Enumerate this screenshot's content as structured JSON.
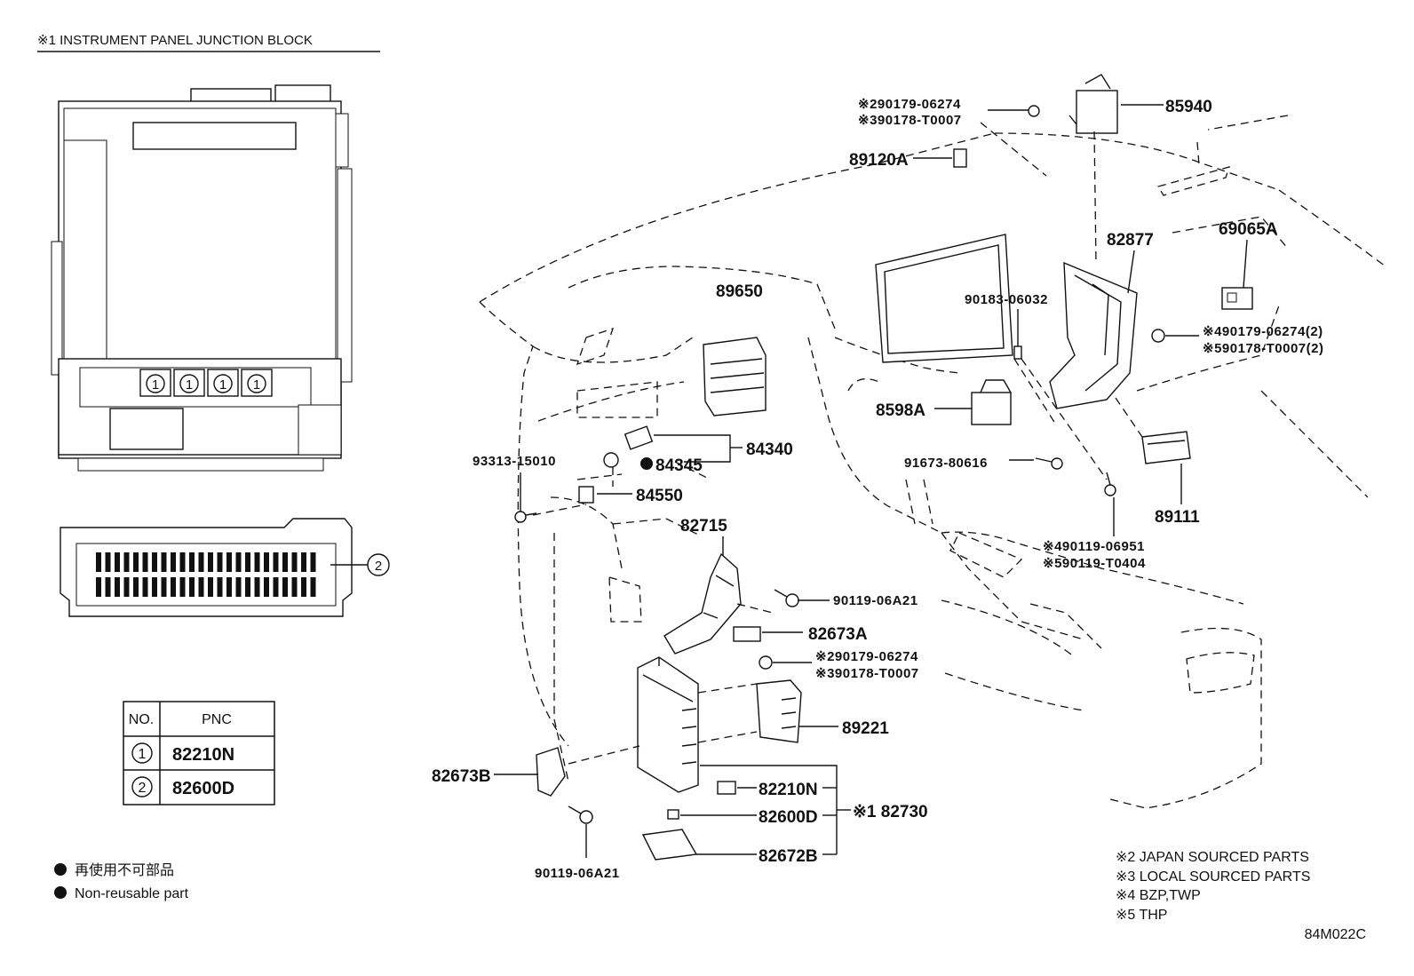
{
  "header": {
    "title": "※1 INSTRUMENT PANEL JUNCTION BLOCK"
  },
  "callouts": {
    "c1": "1",
    "c2": "2"
  },
  "table": {
    "col_no": "NO.",
    "col_pnc": "PNC",
    "rows": [
      {
        "no": "1",
        "pnc": "82210N"
      },
      {
        "no": "2",
        "pnc": "82600D"
      }
    ]
  },
  "legend": {
    "jp": "再使用不可部品",
    "en": "Non-reusable part"
  },
  "parts": {
    "p85940": "85940",
    "p90179_06274_top": "※290179-06274",
    "p90178_T0007_top": "※390178-T0007",
    "p89120A": "89120A",
    "p82877": "82877",
    "p69065A": "69065A",
    "p89650": "89650",
    "p90183_06032": "90183-06032",
    "p90179_06274_2": "※490179-06274(2)",
    "p90178_T0007_2": "※590178-T0007(2)",
    "p8598A": "8598A",
    "p84340": "84340",
    "p84345": "84345",
    "p93313_15010": "93313-15010",
    "p91673_80616": "91673-80616",
    "p84550": "84550",
    "p89111": "89111",
    "p82715": "82715",
    "p90119_06951": "※490119-06951",
    "p90119_T0404": "※590119-T0404",
    "p90119_06A21_mid": "90119-06A21",
    "p82673A": "82673A",
    "p90179_06274_low": "※290179-06274",
    "p90178_T0007_low": "※390178-T0007",
    "p89221": "89221",
    "p82673B": "82673B",
    "p82210N": "82210N",
    "p82600D": "82600D",
    "p82730": "※1 82730",
    "p82672B": "82672B",
    "p90119_06A21_bot": "90119-06A21"
  },
  "notes": [
    "※2 JAPAN SOURCED PARTS",
    "※3 LOCAL SOURCED PARTS",
    "※4 BZP,TWP",
    "※5 THP"
  ],
  "figure_code": "84M022C"
}
